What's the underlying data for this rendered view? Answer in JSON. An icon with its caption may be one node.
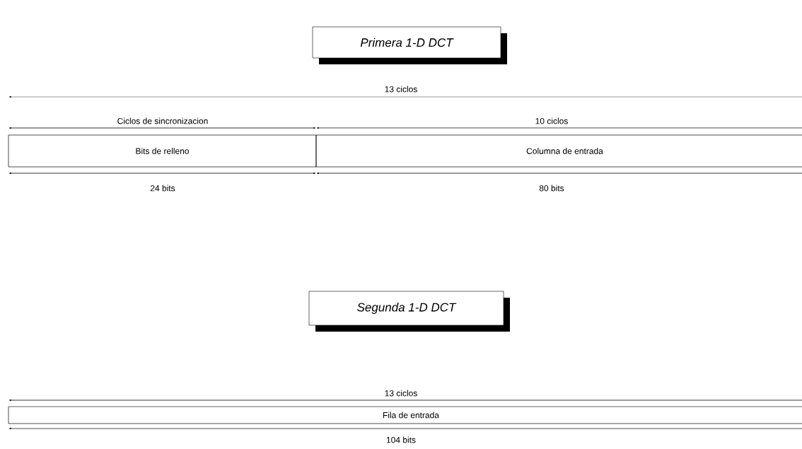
{
  "diagram": {
    "nodes": [
      {
        "text": [
          "Primera 1-D DCT"
        ]
      },
      {
        "text": [
          "Bits de relleno"
        ]
      },
      {
        "text": [
          "Columna de entrada"
        ]
      },
      {
        "text": [
          "Segunda 1-D DCT"
        ]
      },
      {
        "text": [
          "Fila de entrada"
        ]
      }
    ],
    "labels": [
      "13 ciclos",
      "Ciclos de sincronizacion",
      "10 ciclos",
      "24 bits",
      "80 bits",
      "13 ciclos",
      "104 bits"
    ]
  }
}
